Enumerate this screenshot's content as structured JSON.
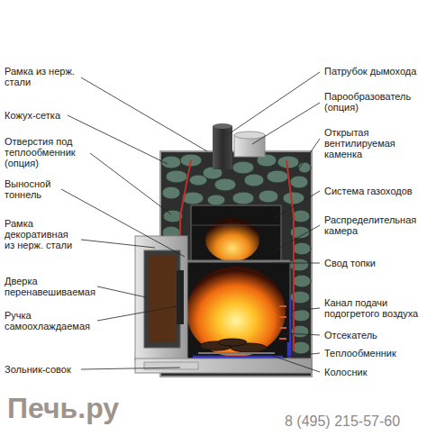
{
  "diagram": {
    "labels": [
      "Рамка из нерж. стали",
      "Кожух-сетка",
      "Отверстия под теплообменник (опция)",
      "Выносной тоннель",
      "Рамка декоративная из нерж. стали",
      "Дверка перенавешиваемая",
      "Ручка самоохлаждаемая",
      "Зольник-совок",
      "Патрубок дымохода",
      "Парообразователь (опция)",
      "Открытая вентилируемая каменка",
      "Система газоходов",
      "Распределительная камера",
      "Свод топки",
      "Канал подачи подогретого воздуха",
      "Отсекатель",
      "Теплообменник",
      "Колосник",
      "Печь.ру",
      "8 (495) 215-57-60"
    ]
  }
}
